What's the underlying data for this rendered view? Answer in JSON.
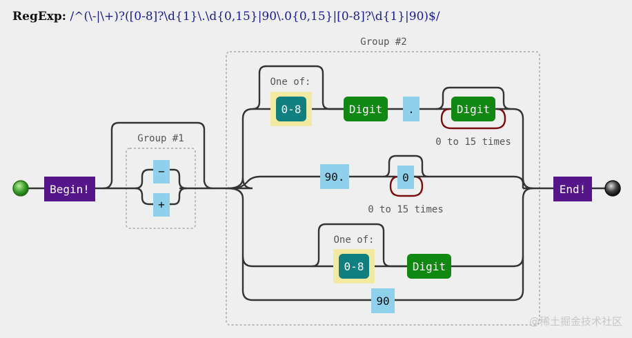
{
  "header": {
    "label": "RegExp:",
    "regex": "/^(\\-|\\+)?([0-8]?\\d{1}\\.\\d{0,15}|90\\.0{0,15}|[0-8]?\\d{1}|90)$/"
  },
  "diagram": {
    "begin": "Begin!",
    "end": "End!",
    "group1": {
      "label": "Group #1",
      "options": [
        "−",
        "+"
      ]
    },
    "group2": {
      "label": "Group #2",
      "branch1": {
        "one_of": "One of:",
        "range": "0-8",
        "digit": "Digit",
        "dot": ".",
        "digit2": "Digit",
        "repeat": "0 to 15 times"
      },
      "branch2": {
        "literal": "90.",
        "zero": "0",
        "repeat": "0 to 15 times"
      },
      "branch3": {
        "one_of": "One of:",
        "range": "0-8",
        "digit": "Digit"
      },
      "branch4": {
        "literal": "90"
      }
    }
  },
  "colors": {
    "begin_end": "#55168c",
    "digit": "#118811",
    "literal": "#8fd0ea",
    "range": "#0f7f7f",
    "range_outline": "#f2e9a3",
    "repeat_loop": "#7a0d0d",
    "wire": "#333333"
  },
  "watermark": "@稀土掘金技术社区"
}
